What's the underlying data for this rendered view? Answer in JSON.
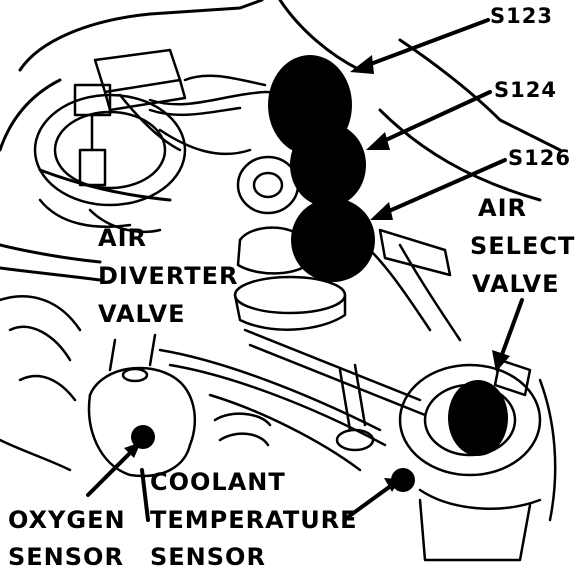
{
  "callouts": {
    "s123": "S123",
    "s124": "S124",
    "s126": "S126"
  },
  "labels": {
    "air_diverter_valve": [
      "AIR",
      "DIVERTER",
      "VALVE"
    ],
    "air_select_valve": [
      "AIR",
      "SELECT",
      "VALVE"
    ],
    "coolant_temperature_sensor": [
      "COOLANT",
      "TEMPERATURE",
      "SENSOR"
    ],
    "oxygen_sensor": [
      "OXYGEN",
      "SENSOR"
    ]
  },
  "colors": {
    "ink": "#000000",
    "paper": "#ffffff"
  }
}
